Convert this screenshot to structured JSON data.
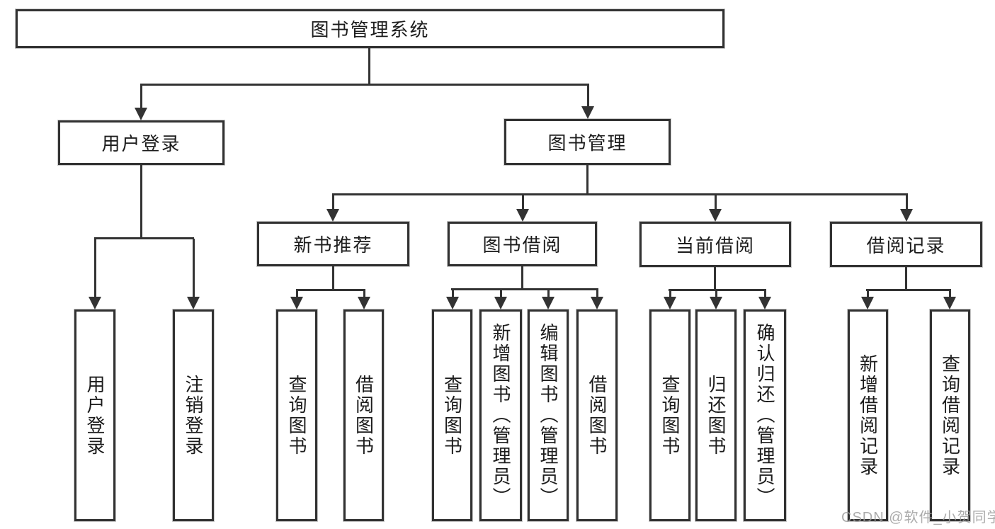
{
  "page": {
    "background": "#ffffff"
  },
  "colors": {
    "line": "#333333",
    "box_border": "#323232",
    "text": "#1c1c1c",
    "watermark": "#9e9e9e"
  },
  "diagram": {
    "type": "hierarchy-tree",
    "root": {
      "label": "图书管理系统"
    },
    "level2": [
      {
        "label": "用户登录"
      },
      {
        "label": "图书管理"
      }
    ],
    "level3": [
      {
        "label": "新书推荐"
      },
      {
        "label": "图书借阅"
      },
      {
        "label": "当前借阅"
      },
      {
        "label": "借阅记录"
      }
    ],
    "leaves": {
      "user_login": [
        {
          "label": "用户登录"
        },
        {
          "label": "注销登录"
        }
      ],
      "new_book_recommend": [
        {
          "label": "查询图书"
        },
        {
          "label": "借阅图书"
        }
      ],
      "book_borrow": [
        {
          "label": "查询图书"
        },
        {
          "label": "新增图书（管理员）"
        },
        {
          "label": "编辑图书（管理员）"
        },
        {
          "label": "借阅图书"
        }
      ],
      "current_borrow": [
        {
          "label": "查询图书"
        },
        {
          "label": "归还图书"
        },
        {
          "label": "确认归还（管理员）"
        }
      ],
      "borrow_records": [
        {
          "label": "新增借阅记录"
        },
        {
          "label": "查询借阅记录"
        }
      ]
    }
  },
  "watermark": {
    "text": "CSDN @软件_小贺同学"
  }
}
